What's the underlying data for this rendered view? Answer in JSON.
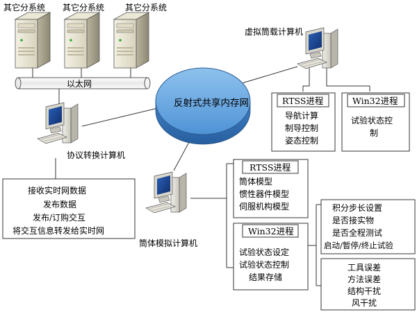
{
  "subsystems": [
    "其它分系统",
    "其它分系统",
    "其它分系统"
  ],
  "ethernet": "以太网",
  "central_network": "反射式共享内存网",
  "protocol_computer": {
    "label": "协议转换计算机",
    "tasks": [
      "接收实时网数据",
      "发布数据",
      "发布/订购交互",
      "将交互信息转发给实时网"
    ]
  },
  "virtual_computer": {
    "label": "虚拟筒载计算机",
    "rtss": {
      "title": "RTSS进程",
      "items": [
        "导航计算",
        "制导控制",
        "姿态控制"
      ]
    },
    "win32": {
      "title": "Win32进程",
      "items": [
        "试验状态控",
        "制"
      ]
    }
  },
  "body_computer": {
    "label": "筒体模拟计算机",
    "rtss": {
      "title": "RTSS进程",
      "items": [
        "筒体模型",
        "惯性器件模型",
        "伺服机构模型"
      ]
    },
    "win32": {
      "title": "Win32进程",
      "items": [
        "试验状态设定",
        "试验状态控制",
        "结果存储"
      ]
    },
    "settings": [
      "积分步长设置",
      "是否接实物",
      "是否全程测试",
      "启动/暂停/终止试验"
    ],
    "errors": [
      "工具误差",
      "方法误差",
      "结构干扰",
      "风干扰"
    ]
  }
}
